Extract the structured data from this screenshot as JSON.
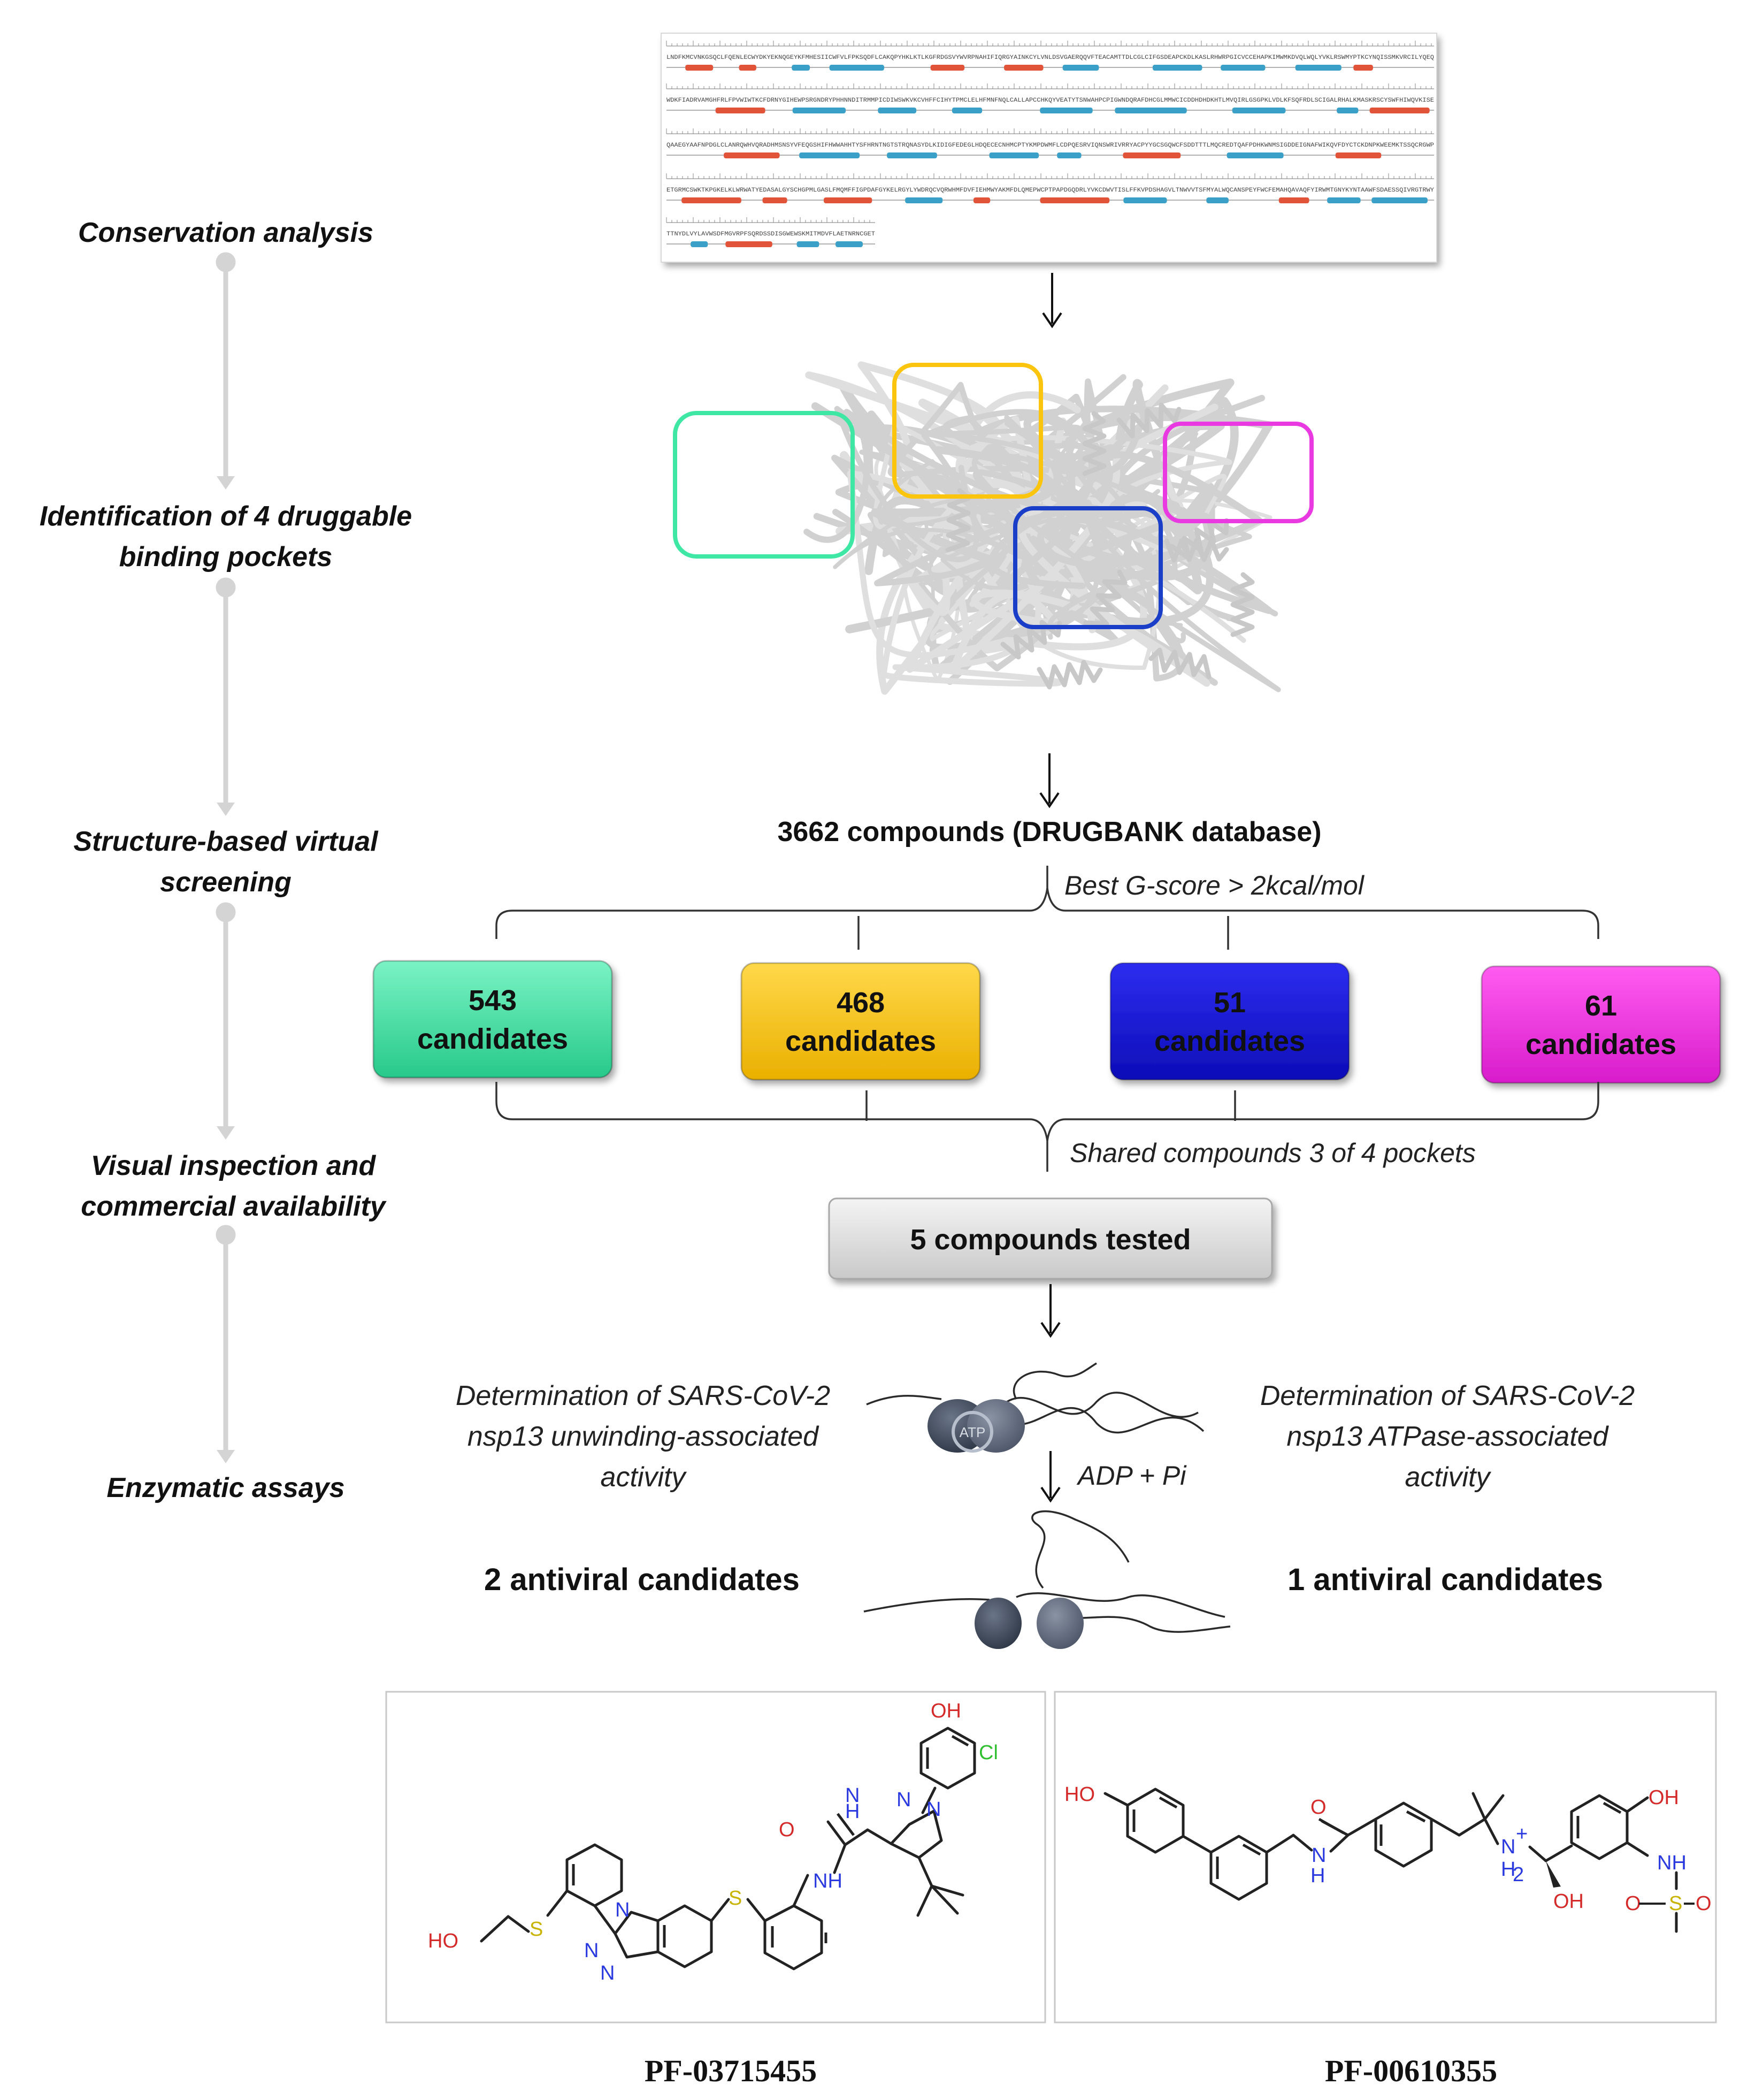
{
  "left_steps": [
    {
      "lines": [
        "Conservation analysis"
      ]
    },
    {
      "lines": [
        "Identification of 4 druggable",
        "binding pockets"
      ]
    },
    {
      "lines": [
        "Structure-based virtual",
        "screening"
      ]
    },
    {
      "lines": [
        "Visual inspection and",
        "commercial availability"
      ]
    },
    {
      "lines": [
        "Enzymatic assays"
      ]
    }
  ],
  "screening": {
    "compounds_label": "3662 compounds (DRUGBANK database)",
    "gscore_label": "Best G-score > 2kcal/mol",
    "shared_label": "Shared compounds 3 of 4 pockets",
    "tested_label": "5 compounds tested"
  },
  "pockets": [
    {
      "count": "543",
      "label": "candidates",
      "color": "#3ee8a4",
      "text_color": "#111111"
    },
    {
      "count": "468",
      "label": "candidates",
      "color": "#fbc50e",
      "text_color": "#111111"
    },
    {
      "count": "51",
      "label": "candidates",
      "color": "#1a1ad8",
      "text_color": "#0a0a6a"
    },
    {
      "count": "61",
      "label": "candidates",
      "color": "#f233e0",
      "text_color": "#111111"
    }
  ],
  "assays": {
    "left_lines": [
      "Determination of SARS-CoV-2",
      "nsp13 unwinding-associated",
      "activity"
    ],
    "right_lines": [
      "Determination of SARS-CoV-2",
      "nsp13 ATPase-associated",
      "activity"
    ],
    "atp_label": "ATP",
    "product_label": "ADP + Pi",
    "left_result": "2 antiviral candidates",
    "right_result": "1 antiviral candidates"
  },
  "compounds": [
    {
      "name": "PF-03715455",
      "atoms": {
        "oh": "OH",
        "cl": "Cl",
        "n1": "N",
        "n2": "N",
        "n3": "N",
        "o": "O",
        "h1": "H",
        "nh": "NH",
        "s1": "S",
        "s2": "S",
        "ho": "HO",
        "n4": "N",
        "n5": "N",
        "n6": "N"
      }
    },
    {
      "name": "PF-00610355",
      "atoms": {
        "ho": "HO",
        "o": "O",
        "n": "N",
        "h": "H",
        "nplus": "N",
        "plus": "+",
        "h2": "H",
        "h2sub": "2",
        "oh1": "OH",
        "oh2": "OH",
        "nh": "NH",
        "o1": "O",
        "s": "S",
        "o2": "O"
      }
    }
  ],
  "colors": {
    "step_line": "#d4d4d4",
    "pocket_teal": "#3ee8a4",
    "pocket_orange": "#fbc50e",
    "pocket_blue": "#1a3ec8",
    "pocket_magenta": "#e83ae0",
    "helix": "#e2543a",
    "strand": "#3aa0c8",
    "tested_box": "#dcdcdc"
  }
}
